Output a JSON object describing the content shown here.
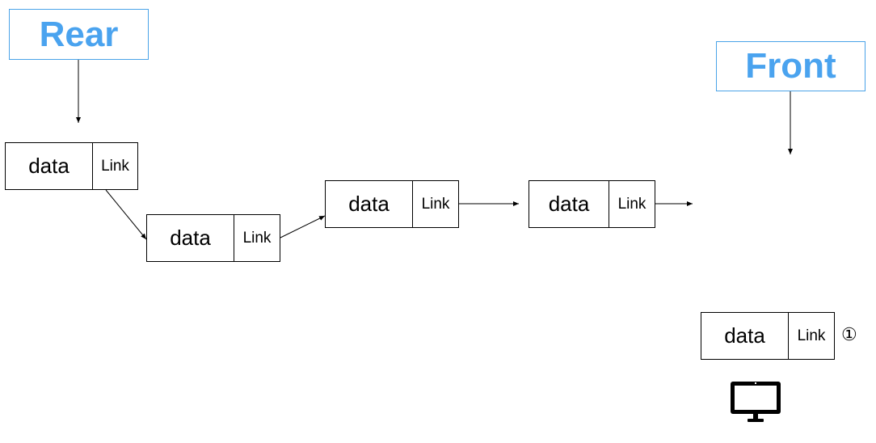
{
  "labels": {
    "rear": "Rear",
    "front": "Front"
  },
  "nodes": [
    {
      "data": "data",
      "link": "Link"
    },
    {
      "data": "data",
      "link": "Link"
    },
    {
      "data": "data",
      "link": "Link"
    },
    {
      "data": "data",
      "link": "Link"
    },
    {
      "data": "data",
      "link": "Link"
    }
  ],
  "step_marker": "①",
  "icons": {
    "monitor": "monitor-icon"
  },
  "colors": {
    "label_accent": "#4aa3ef",
    "line": "#000000"
  }
}
